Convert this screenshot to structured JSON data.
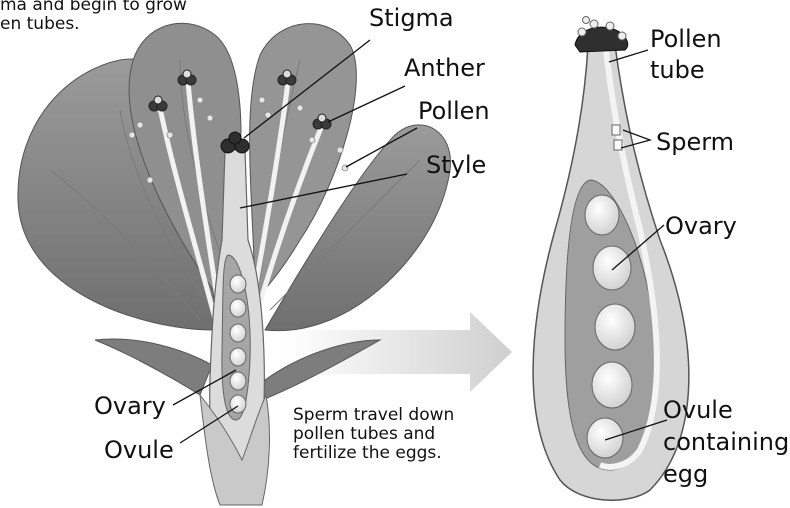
{
  "top_caption": {
    "line1": "ma and begin to grow",
    "line2": "en tubes."
  },
  "flower": {
    "labels": {
      "stigma": "Stigma",
      "anther": "Anther",
      "pollen": "Pollen",
      "style": "Style",
      "ovary": "Ovary",
      "ovule": "Ovule"
    }
  },
  "middle_caption": {
    "line1": "Sperm travel down",
    "line2": "pollen tubes and",
    "line3": "fertilize the eggs."
  },
  "pistil": {
    "labels": {
      "pollen_tube_line1": "Pollen",
      "pollen_tube_line2": "tube",
      "sperm": "Sperm",
      "ovary": "Ovary",
      "ovule_line1": "Ovule",
      "ovule_line2": "containing",
      "ovule_line3": "egg"
    }
  },
  "colors": {
    "petal": "#8a8a8a",
    "petal_light": "#a9a9a9",
    "pistil_fill": "#d9d9d9",
    "ovary_inner": "#9c9c9c",
    "ovule": "#e8e8e8",
    "arrow": "#d2d2d2",
    "text": "#111111"
  }
}
